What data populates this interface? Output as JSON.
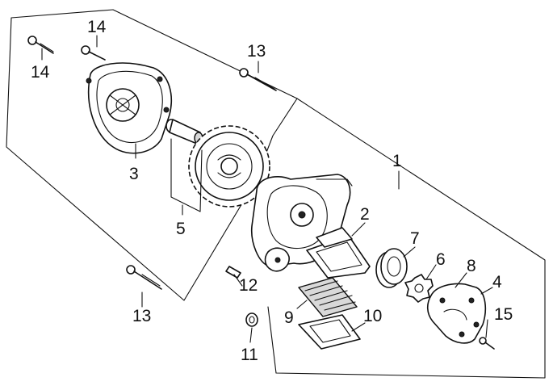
{
  "diagram": {
    "callouts": {
      "c1": "1",
      "c2": "2",
      "c3": "3",
      "c4": "4",
      "c5": "5",
      "c6": "6",
      "c7": "7",
      "c8": "8",
      "c9": "9",
      "c10": "10",
      "c11": "11",
      "c12": "12",
      "c13_top": "13",
      "c13_bottom": "13",
      "c14_top": "14",
      "c14_left": "14",
      "c15": "15"
    }
  }
}
